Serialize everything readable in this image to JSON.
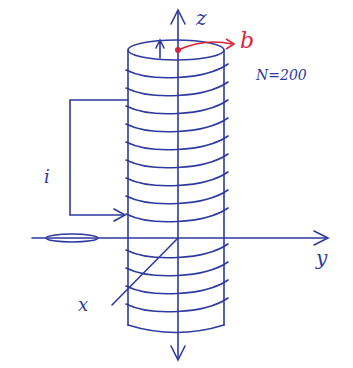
{
  "diagram": {
    "labels": [
      "z",
      "b",
      "N=200",
      "i",
      "y",
      "x"
    ]
  }
}
